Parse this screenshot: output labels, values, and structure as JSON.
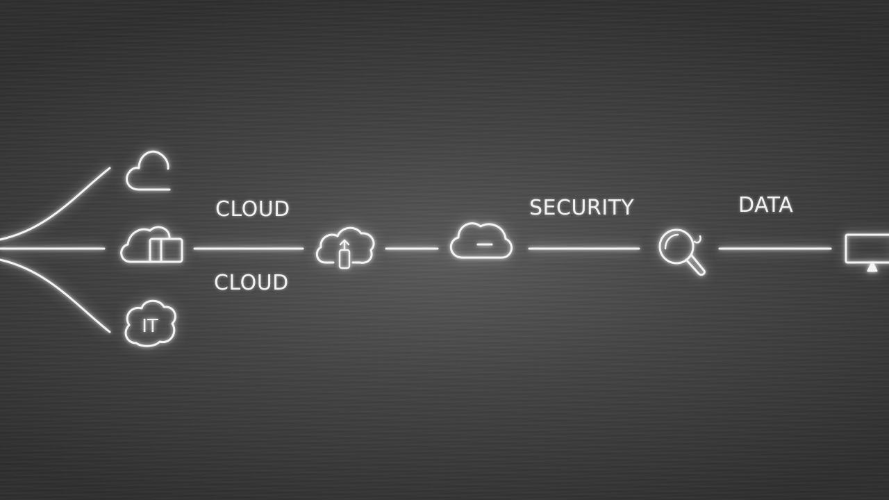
{
  "labels": {
    "cloud_top": "CLOUD",
    "cloud_bottom": "CLOUD",
    "security": "SECURITY",
    "data": "DATA",
    "it_badge": "IT"
  },
  "icons": [
    "cloud-icon",
    "cloud-document-icon",
    "it-cloud-icon",
    "cloud-upload-icon",
    "cloud-icon",
    "magnifier-icon",
    "monitor-icon"
  ],
  "colors": {
    "line": "#f4f4f4",
    "background": "#464646"
  }
}
